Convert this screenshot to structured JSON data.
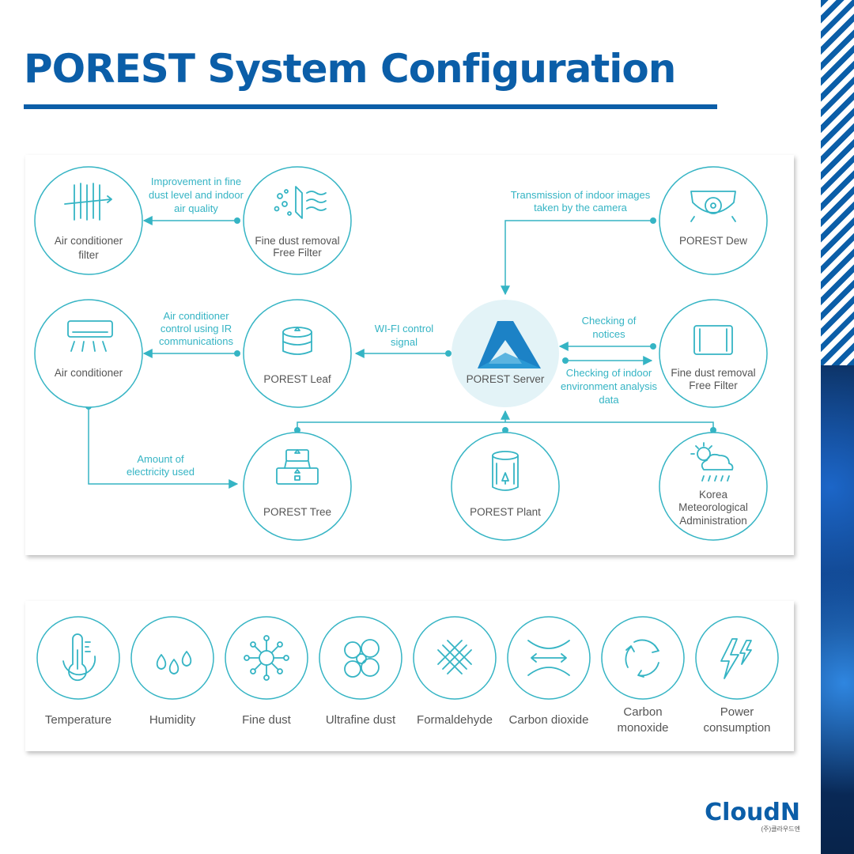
{
  "title": "POREST System Configuration",
  "nodes": {
    "ac_filter": [
      "Air conditioner",
      "filter"
    ],
    "dust_filter_top": [
      "Fine dust removal",
      "Free Filter"
    ],
    "dew": [
      "POREST Dew"
    ],
    "ac": [
      "Air conditioner"
    ],
    "leaf": [
      "POREST Leaf"
    ],
    "server": [
      "POREST Server"
    ],
    "dust_filter_right": [
      "Fine dust removal",
      "Free Filter"
    ],
    "tree": [
      "POREST Tree"
    ],
    "plant": [
      "POREST Plant"
    ],
    "kma": [
      "Korea",
      "Meteorological",
      "Administration"
    ]
  },
  "captions": {
    "improvement": [
      "Improvement in fine",
      "dust level and indoor",
      "air quality"
    ],
    "transmission": [
      "Transmission of indoor images",
      "taken by the camera"
    ],
    "ac_control": [
      "Air conditioner",
      "control using IR",
      "communications"
    ],
    "wifi": [
      "WI-FI control",
      "signal"
    ],
    "notices": [
      "Checking of",
      "notices"
    ],
    "analysis": [
      "Checking of indoor",
      "environment analysis",
      "data"
    ],
    "electricity": [
      "Amount of",
      "electricity used"
    ]
  },
  "sensors": [
    {
      "label": [
        "Temperature"
      ],
      "icon": "thermometer-icon"
    },
    {
      "label": [
        "Humidity"
      ],
      "icon": "droplets-icon"
    },
    {
      "label": [
        "Fine dust"
      ],
      "icon": "particle-icon"
    },
    {
      "label": [
        "Ultrafine dust"
      ],
      "icon": "cloud-cluster-icon"
    },
    {
      "label": [
        "Formaldehyde"
      ],
      "icon": "molecule-mesh-icon"
    },
    {
      "label": [
        "Carbon dioxide"
      ],
      "icon": "co2-flow-icon"
    },
    {
      "label": [
        "Carbon",
        "monoxide"
      ],
      "icon": "cycle-arrows-icon"
    },
    {
      "label": [
        "Power",
        "consumption"
      ],
      "icon": "lightning-icon"
    }
  ],
  "logo": {
    "word": "CloudN",
    "sub": "(주)클라우드엔"
  },
  "colors": {
    "brand": "#0b5ea8",
    "accent": "#35b4c4",
    "server_fill": "#e3f3f7"
  }
}
